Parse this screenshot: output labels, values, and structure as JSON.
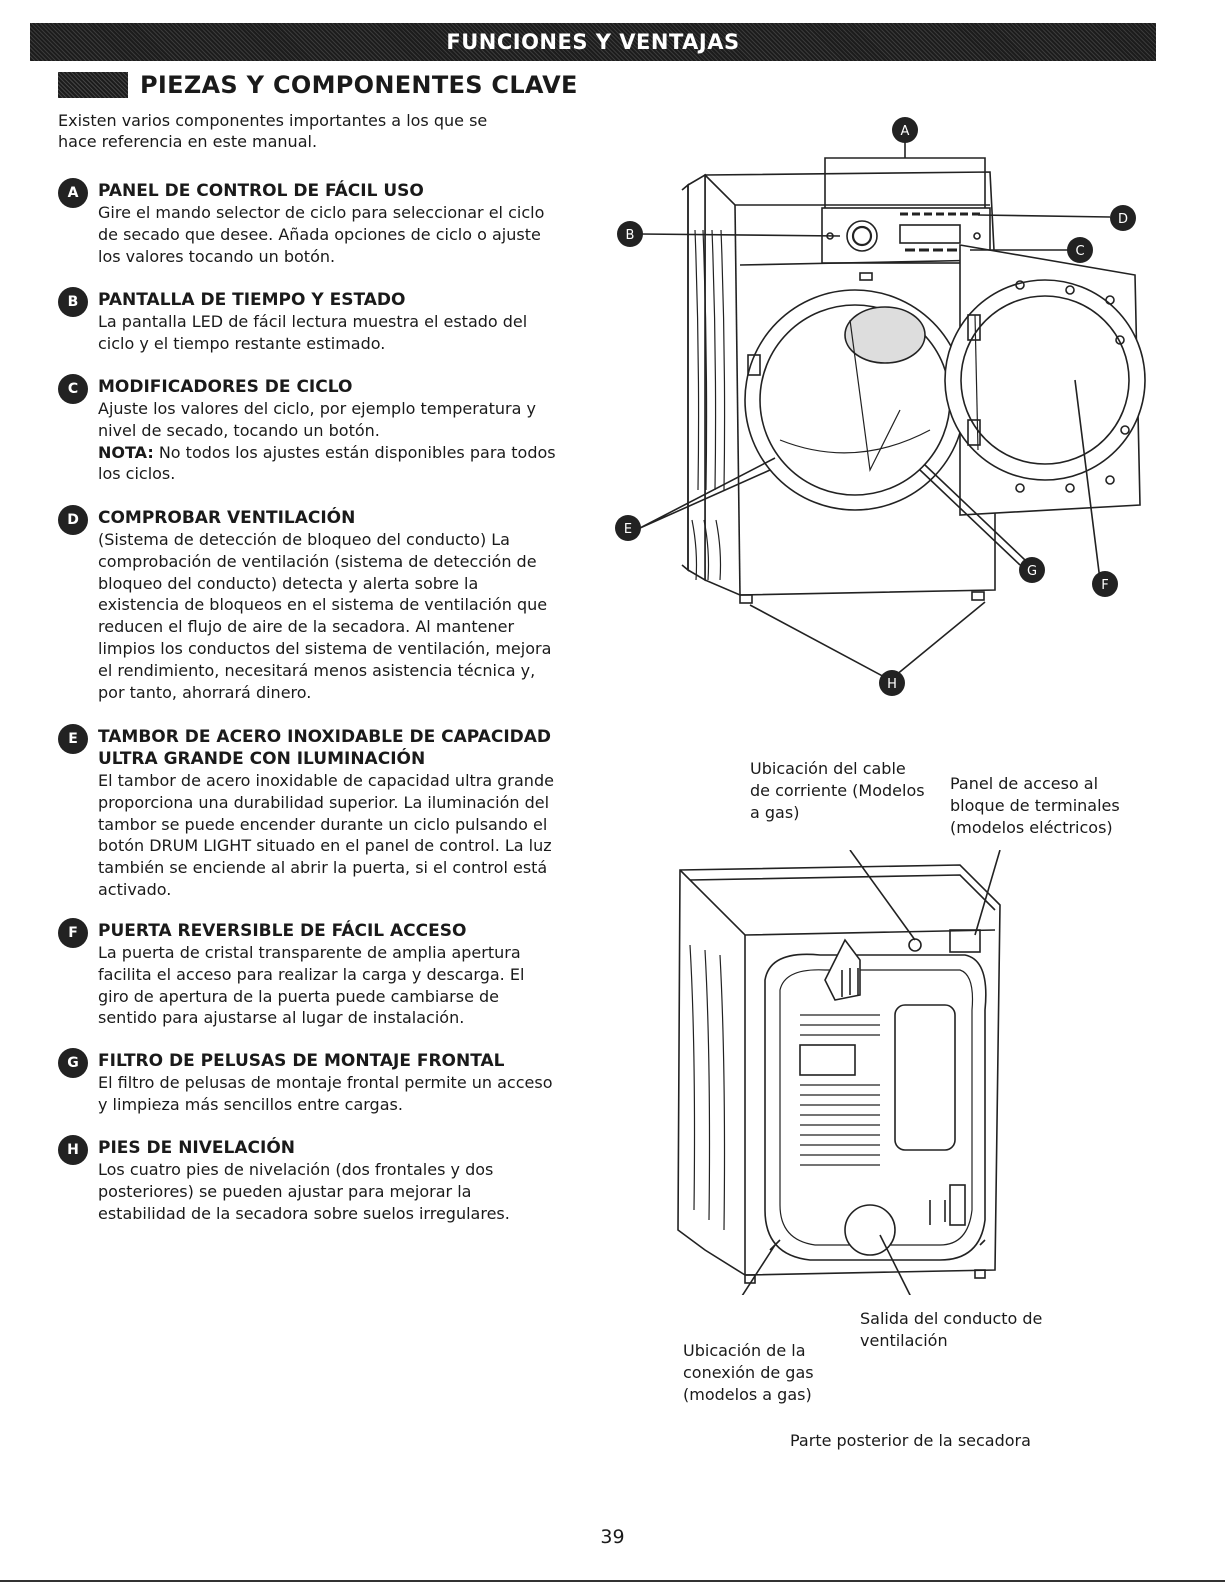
{
  "banner": "FUNCIONES Y VENTAJAS",
  "section_title": "PIEZAS Y COMPONENTES CLAVE",
  "intro": "Existen varios componentes importantes a los que se hace referencia en este manual.",
  "items": [
    {
      "badge": "A",
      "title": "PANEL DE CONTROL DE FÁCIL USO",
      "text": "Gire el mando selector de ciclo para seleccionar el ciclo de secado que desee. Añada opciones de ciclo o ajuste los valores tocando un botón."
    },
    {
      "badge": "B",
      "title": "PANTALLA DE TIEMPO Y ESTADO",
      "text": "La pantalla LED de fácil lectura muestra el estado del ciclo y el tiempo restante estimado."
    },
    {
      "badge": "C",
      "title": "MODIFICADORES DE CICLO",
      "text": "Ajuste los valores del ciclo, por ejemplo temperatura y nivel de secado, tocando un botón.",
      "note_label": "NOTA:",
      "note_text": " No todos los ajustes están disponibles para todos los ciclos."
    },
    {
      "badge": "D",
      "title": "COMPROBAR VENTILACIÓN",
      "text": "(Sistema de detección de bloqueo del conducto) La comprobación de ventilación (sistema de detección de bloqueo del conducto) detecta y alerta sobre la existencia de bloqueos en el sistema de ventilación que reducen el flujo de aire de la secadora. Al mantener limpios los conductos del sistema de ventilación, mejora el rendimiento, necesitará menos asistencia técnica y, por tanto, ahorrará dinero."
    },
    {
      "badge": "E",
      "title": "TAMBOR DE ACERO INOXIDABLE DE CAPACIDAD ULTRA GRANDE CON ILUMINACIÓN",
      "text": "El tambor de acero inoxidable de capacidad ultra grande proporciona una durabilidad superior. La iluminación del tambor se puede encender durante un ciclo pulsando el botón DRUM LIGHT situado en el panel de control. La luz también se enciende al abrir la puerta, si el control está activado."
    },
    {
      "badge": "F",
      "title": "PUERTA REVERSIBLE DE FÁCIL ACCESO",
      "text": "La puerta de cristal transparente de amplia apertura facilita el acceso para realizar la carga y descarga. El giro de apertura de la puerta puede cambiarse de sentido para ajustarse al lugar de instalación."
    },
    {
      "badge": "G",
      "title": "FILTRO DE PELUSAS DE MONTAJE FRONTAL",
      "text": "El filtro de pelusas de montaje frontal permite un acceso y limpieza más sencillos entre cargas."
    },
    {
      "badge": "H",
      "title": "PIES DE NIVELACIÓN",
      "text": "Los cuatro pies de nivelación (dos frontales y dos posteriores) se pueden ajustar para mejorar la estabilidad de la secadora sobre suelos irregulares."
    }
  ],
  "callouts": {
    "a": "A",
    "b": "B",
    "c": "C",
    "d": "D",
    "e": "E",
    "f": "F",
    "g": "G",
    "h": "H"
  },
  "captions": {
    "power_cord": "Ubicación del cable de corriente (Modelos a gas)",
    "terminal_panel": "Panel de acceso al bloque de terminales (modelos eléctricos)",
    "exhaust": "Salida del conducto de ventilación",
    "gas_connection": "Ubicación de la conexión de gas (modelos a gas)",
    "rear_view": "Parte posterior de la secadora"
  },
  "page_number": "39"
}
